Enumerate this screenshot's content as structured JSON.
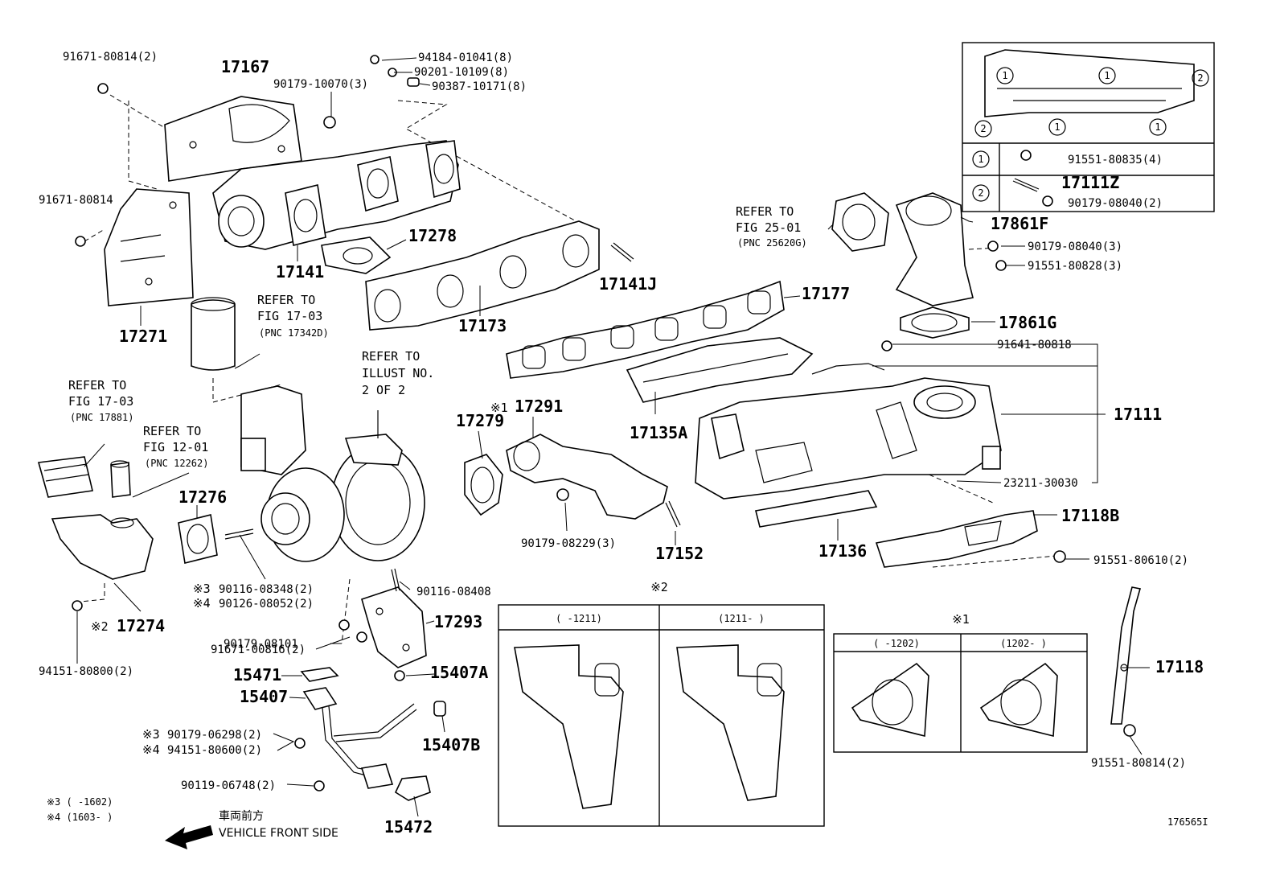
{
  "diagram_id": "176565I",
  "labels": {
    "p91671_80814_2": "91671-80814(2)",
    "p17167": "17167",
    "p90179_10070_3": "90179-10070(3)",
    "p94184_01041_8": "94184-01041(8)",
    "p90201_10109_8": "90201-10109(8)",
    "p90387_10171_8": "90387-10171(8)",
    "p91671_80814": "91671-80814",
    "p17278": "17278",
    "p17141": "17141",
    "p17271": "17271",
    "p17141J": "17141J",
    "p17173": "17173",
    "p17177": "17177",
    "p17861F": "17861F",
    "p90179_08040_3": "90179-08040(3)",
    "p91551_80828_3": "91551-80828(3)",
    "p17861G": "17861G",
    "p91641_80818": "91641-80818",
    "p17111": "17111",
    "p23211_30030": "23211-30030",
    "p17118B": "17118B",
    "p91551_80610_2": "91551-80610(2)",
    "p17135A": "17135A",
    "p17136": "17136",
    "p17279": "17279",
    "p17291": "17291",
    "p90179_08229_3": "90179-08229(3)",
    "p17152": "17152",
    "p17276": "17276",
    "p90116_08348_2": "90116-08348(2)",
    "p90126_08052_2": "90126-08052(2)",
    "p90116_08408": "90116-08408",
    "p17293": "17293",
    "p90179_08101": "90179-08101",
    "p91671_00816_2": "91671-00816(2)",
    "p15471": "15471",
    "p15407A": "15407A",
    "p15407": "15407",
    "p15407B": "15407B",
    "p90179_06298_2": "90179-06298(2)",
    "p94151_80600_2": "94151-80600(2)",
    "p90119_06748_2": "90119-06748(2)",
    "p15472": "15472",
    "p17274": "17274",
    "p94151_80800_2": "94151-80800(2)",
    "p17118": "17118",
    "p91551_80814_2": "91551-80814(2)"
  },
  "inset": {
    "row1_circle": "1",
    "row1_part": "91551-80835(4)",
    "row2_circle": "2",
    "row2_part_a": "17111Z",
    "row2_part_b": "90179-08040(2)"
  },
  "refer_notes": {
    "r1_l1": "REFER TO",
    "r1_l2": "FIG 17-03",
    "r1_l3": "(PNC 17342D)",
    "r2_l1": "REFER TO",
    "r2_l2": "ILLUST NO.",
    "r2_l3": "2 OF 2",
    "r3_l1": "REFER TO",
    "r3_l2": "FIG 17-03",
    "r3_l3": "(PNC 17881)",
    "r4_l1": "REFER TO",
    "r4_l2": "FIG 12-01",
    "r4_l3": "(PNC 12262)",
    "r5_l1": "REFER TO",
    "r5_l2": "FIG 25-01",
    "r5_l3": "(PNC 25620G)"
  },
  "marks": {
    "m1": "※1",
    "m2": "※2",
    "m3": "※3",
    "m4": "※4"
  },
  "variant_boxes": {
    "box2_left": "(    -1211)",
    "box2_right": "(1211-    )",
    "box1_left": "(    -1202)",
    "box1_right": "(1202-    )"
  },
  "legend": {
    "note3": "※3 (      -1602)",
    "note4": "※4 (1603-      )",
    "front_jp": "車両前方",
    "front_en": "VEHICLE FRONT SIDE"
  }
}
